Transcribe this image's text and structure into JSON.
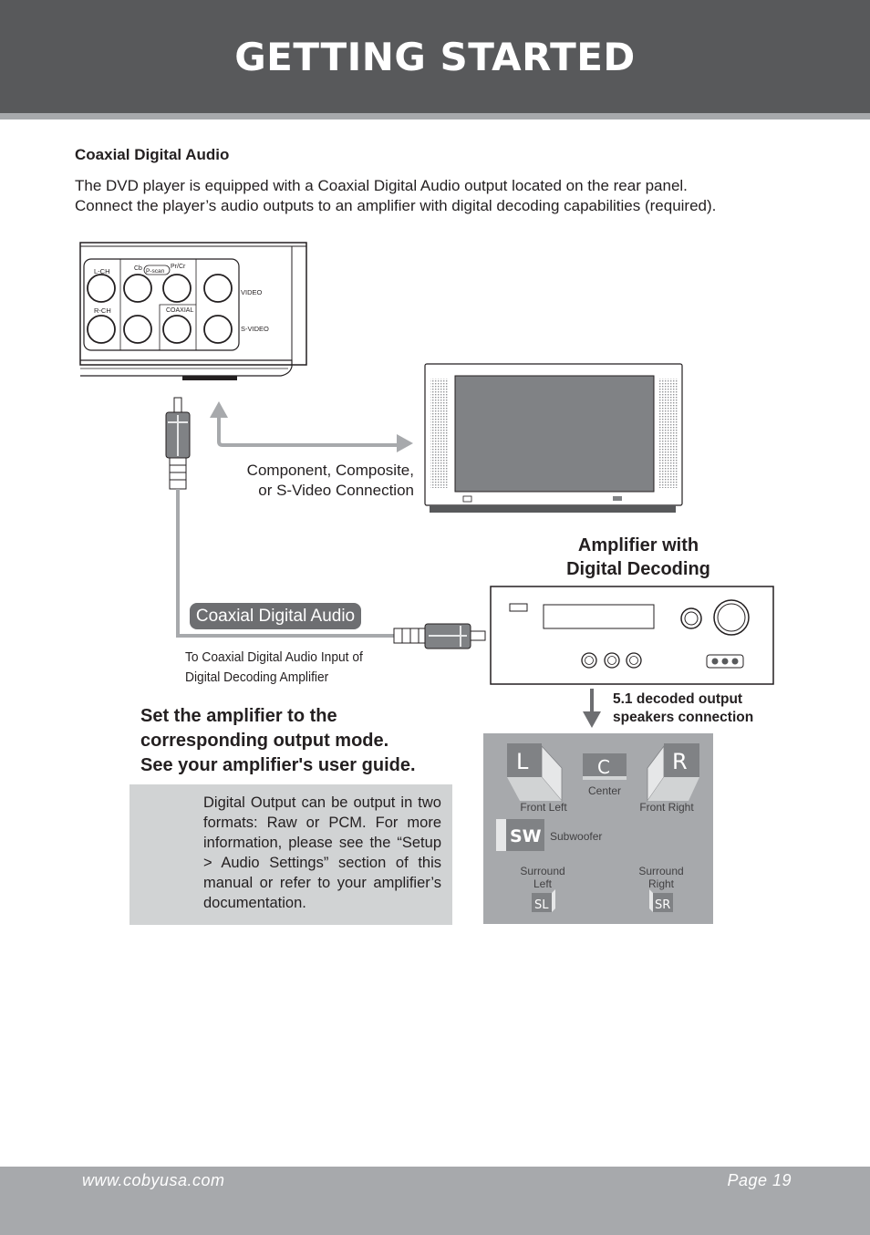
{
  "header": {
    "title": "GETTING STARTED"
  },
  "section": {
    "heading": "Coaxial Digital Audio",
    "paragraph_line1": "The DVD player is equipped with a Coaxial Digital Audio output located on the rear panel.",
    "paragraph_line2": "Connect the player’s audio outputs to an amplifier with digital decoding capabilities (required)."
  },
  "dvd_panel": {
    "lch": "L-CH",
    "rch": "R-CH",
    "cb": "Cb",
    "prcr": "Pr/Cr",
    "pscan": "P-scan",
    "coaxial": "COAXIAL",
    "video": "VIDEO",
    "svideo": "S-VIDEO"
  },
  "diagram": {
    "component_line1": "Component, Composite,",
    "component_line2": "or S-Video Connection",
    "amp_title_line1": "Amplifier with",
    "amp_title_line2": "Digital Decoding",
    "coax_pill": "Coaxial Digital Audio",
    "to_coax_line1": "To Coaxial Digital Audio Input of",
    "to_coax_line2": "Digital Decoding Amplifier",
    "decoded_line1": "5.1 decoded output",
    "decoded_line2": "speakers connection",
    "set_amp_line1": "Set the amplifier to the",
    "set_amp_line2": "corresponding output mode.",
    "set_amp_line3": "See your amplifier's user guide."
  },
  "note": {
    "text": "Digital Output can be output in two formats: Raw or PCM. For more information, please see the “Setup > Audio Settings” section of this manual or refer to your amplifier’s documentation."
  },
  "speakers": {
    "l_letter": "L",
    "c_letter": "C",
    "r_letter": "R",
    "sw_letter": "SW",
    "sl_letter": "SL",
    "sr_letter": "SR",
    "front_left": "Front Left",
    "center": "Center",
    "front_right": "Front Right",
    "subwoofer": "Subwoofer",
    "surround_left_1": "Surround",
    "surround_left_2": "Left",
    "surround_right_1": "Surround",
    "surround_right_2": "Right"
  },
  "footer": {
    "url": "www.cobyusa.com",
    "page": "Page 19"
  },
  "colors": {
    "header_bg": "#58595b",
    "footer_bg": "#a7a9ac",
    "note_bg": "#d1d3d4",
    "speaker_bg": "#a7a9ac"
  }
}
